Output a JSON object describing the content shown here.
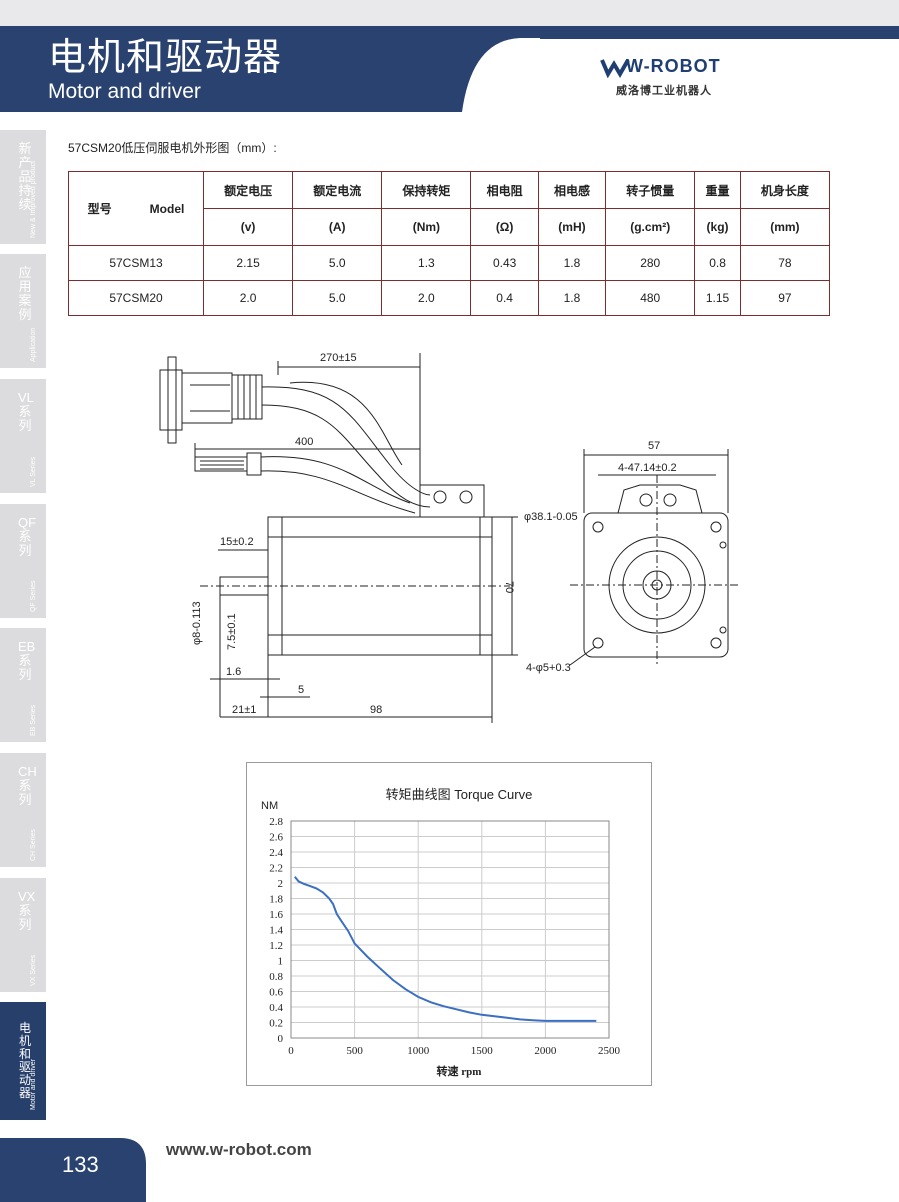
{
  "header": {
    "title_zh": "电机和驱动器",
    "title_en": "Motor and driver",
    "logo_text": "W-ROBOT",
    "logo_sub": "威洛博工业机器人"
  },
  "sidebar": {
    "items": [
      {
        "zh": "新产品持续",
        "en": "New & Improved product"
      },
      {
        "zh": "应用案例",
        "en": "Application"
      },
      {
        "zh": "VL系列",
        "en": "VL Series"
      },
      {
        "zh": "QF系列",
        "en": "QF Series"
      },
      {
        "zh": "EB系列",
        "en": "EB Series"
      },
      {
        "zh": "CH系列",
        "en": "CH Series"
      },
      {
        "zh": "VX系列",
        "en": "VX Series"
      },
      {
        "zh": "电机和驱动器",
        "en": "Motor and driver"
      }
    ]
  },
  "intro": "57CSM20低压伺服电机外形图（mm）:",
  "spec_table": {
    "model_label_zh": "型号",
    "model_label_en": "Model",
    "headers": [
      "额定电压",
      "额定电流",
      "保持转矩",
      "相电阻",
      "相电感",
      "转子惯量",
      "重量",
      "机身长度"
    ],
    "units": [
      "(v)",
      "(A)",
      "(Nm)",
      "(Ω)",
      "(mH)",
      "(g.cm²)",
      "(kg)",
      "(mm)"
    ],
    "rows": [
      {
        "model": "57CSM13",
        "values": [
          "2.15",
          "5.0",
          "1.3",
          "0.43",
          "1.8",
          "280",
          "0.8",
          "78"
        ]
      },
      {
        "model": "57CSM20",
        "values": [
          "2.0",
          "5.0",
          "2.0",
          "0.4",
          "1.8",
          "480",
          "1.15",
          "97"
        ]
      }
    ]
  },
  "drawing": {
    "dim_cable1": "270±15",
    "dim_cable2": "400",
    "dim_shaft_len": "15±0.2",
    "dim_shaft_dia": "φ8-0.113",
    "dim_flat": "7.5±0.1",
    "dim_16": "1.6",
    "dim_5": "5",
    "dim_21": "21±1",
    "dim_98": "98",
    "dim_70": "70",
    "dim_57": "57",
    "dim_holes_pitch": "4-47.14±0.2",
    "dim_pilot": "φ38.1-0.05",
    "dim_holes": "4-φ5+0.3"
  },
  "chart_data": {
    "type": "line",
    "title": "转矩曲线图 Torque Curve",
    "xlabel": "转速 rpm",
    "ylabel": "NM",
    "xlim": [
      0,
      2500
    ],
    "ylim": [
      0,
      2.8
    ],
    "x_ticks": [
      "0",
      "500",
      "1000",
      "1500",
      "2000",
      "2500"
    ],
    "y_ticks": [
      "0",
      "0.2",
      "0.4",
      "0.6",
      "0.8",
      "1",
      "1.2",
      "1.4",
      "1.6",
      "1.8",
      "2",
      "2.2",
      "2.4",
      "2.6",
      "2.8"
    ],
    "grid": true,
    "series": [
      {
        "x": [
          30,
          60,
          100,
          150,
          200,
          250,
          300,
          330,
          360,
          400,
          450,
          500,
          600,
          700,
          800,
          900,
          1000,
          1100,
          1200,
          1300,
          1400,
          1500,
          1600,
          1700,
          1800,
          1900,
          2000,
          2100,
          2200,
          2300,
          2400
        ],
        "y": [
          2.08,
          2.02,
          1.99,
          1.96,
          1.93,
          1.88,
          1.8,
          1.73,
          1.6,
          1.5,
          1.38,
          1.22,
          1.05,
          0.9,
          0.75,
          0.63,
          0.53,
          0.46,
          0.41,
          0.37,
          0.33,
          0.3,
          0.28,
          0.26,
          0.24,
          0.23,
          0.22,
          0.22,
          0.22,
          0.22,
          0.22
        ]
      }
    ],
    "colors": {
      "line": "#3a6fc2",
      "grid": "#cccccc"
    }
  },
  "footer": {
    "page_number": "133",
    "website": "www.w-robot.com"
  }
}
